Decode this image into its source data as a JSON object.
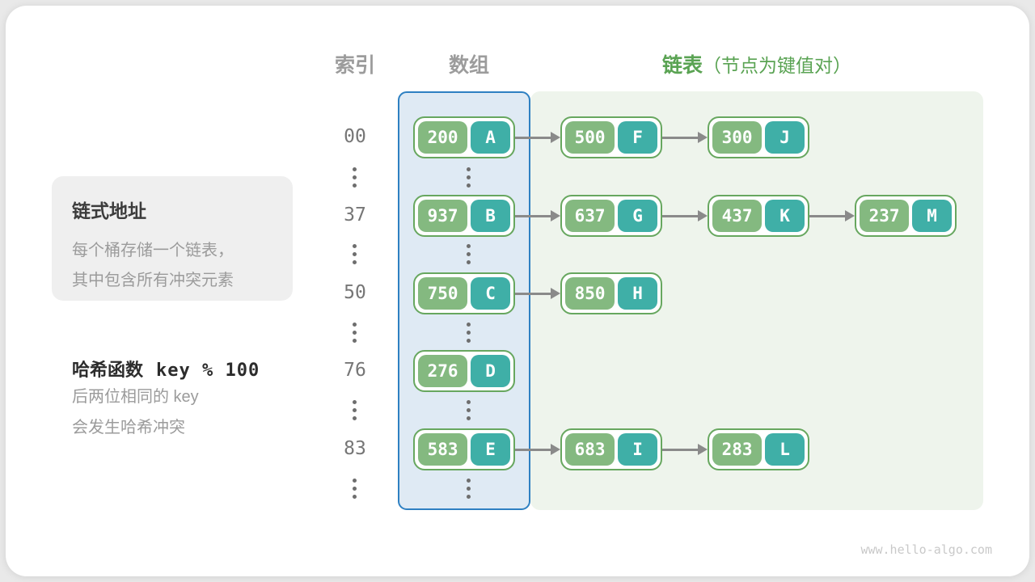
{
  "headers": {
    "index": "索引",
    "array": "数组",
    "list": "链表",
    "list_note": "（节点为键值对）"
  },
  "sidebar": {
    "box": {
      "title": "链式地址",
      "line1": "每个桶存储一个链表，",
      "line2": "其中包含所有冲突元素"
    },
    "hash": {
      "label": "哈希函数",
      "formula": "key % 100",
      "line1": "后两位相同的 key",
      "line2": "会发生哈希冲突"
    }
  },
  "rows": [
    {
      "index": "00",
      "bucket": {
        "key": "200",
        "value": "A"
      },
      "chain": [
        {
          "key": "500",
          "value": "F"
        },
        {
          "key": "300",
          "value": "J"
        }
      ]
    },
    {
      "index": "37",
      "bucket": {
        "key": "937",
        "value": "B"
      },
      "chain": [
        {
          "key": "637",
          "value": "G"
        },
        {
          "key": "437",
          "value": "K"
        },
        {
          "key": "237",
          "value": "M"
        }
      ]
    },
    {
      "index": "50",
      "bucket": {
        "key": "750",
        "value": "C"
      },
      "chain": [
        {
          "key": "850",
          "value": "H"
        }
      ]
    },
    {
      "index": "76",
      "bucket": {
        "key": "276",
        "value": "D"
      },
      "chain": []
    },
    {
      "index": "83",
      "bucket": {
        "key": "583",
        "value": "E"
      },
      "chain": [
        {
          "key": "683",
          "value": "I"
        },
        {
          "key": "283",
          "value": "L"
        }
      ]
    }
  ],
  "page": {
    "watermark": "www.hello-algo.com"
  },
  "colors": {
    "key_box": "#84b980",
    "value_box": "#3fafa7",
    "node_border": "#67a75f",
    "array_panel_bg": "#dfeaf4",
    "array_panel_border": "#2e80c2",
    "list_panel_bg": "#eef4ec",
    "header_green": "#5aa353",
    "arrow": "#8a8a8a"
  }
}
